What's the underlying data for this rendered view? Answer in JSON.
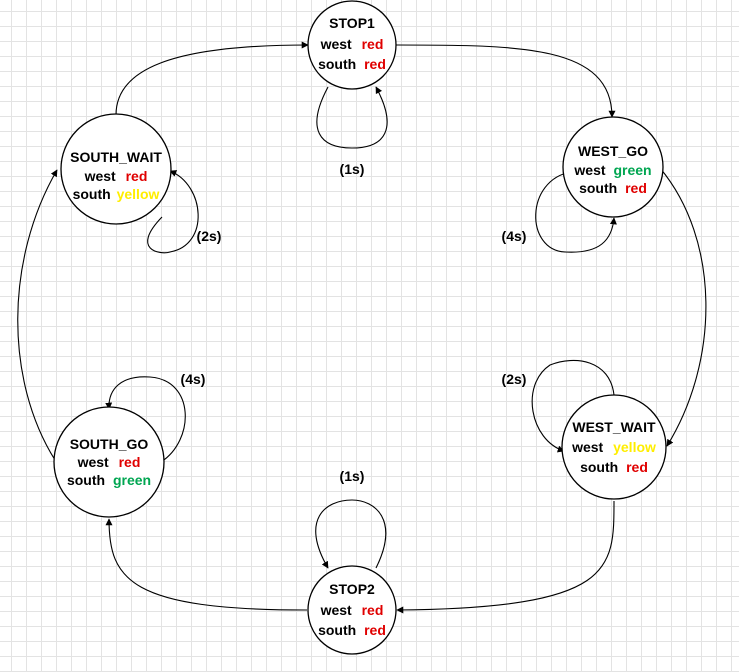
{
  "colors": {
    "red": "#e00000",
    "green": "#00a651",
    "yellow": "#ffee00"
  },
  "states": {
    "stop1": {
      "name": "STOP1",
      "west_prefix": "west",
      "west_color": "red",
      "south_prefix": "south",
      "south_color": "red"
    },
    "west_go": {
      "name": "WEST_GO",
      "west_prefix": "west",
      "west_color": "green",
      "south_prefix": "south",
      "south_color": "red"
    },
    "west_wait": {
      "name": "WEST_WAIT",
      "west_prefix": "west",
      "west_color": "yellow",
      "south_prefix": "south",
      "south_color": "red"
    },
    "stop2": {
      "name": "STOP2",
      "west_prefix": "west",
      "west_color": "red",
      "south_prefix": "south",
      "south_color": "red"
    },
    "south_go": {
      "name": "SOUTH_GO",
      "west_prefix": "west",
      "west_color": "red",
      "south_prefix": "south",
      "south_color": "green"
    },
    "south_wait": {
      "name": "SOUTH_WAIT",
      "west_prefix": "west",
      "west_color": "red",
      "south_prefix": "south",
      "south_color": "yellow"
    }
  },
  "delays": {
    "stop1": "(1s)",
    "west_go": "(4s)",
    "west_wait": "(2s)",
    "stop2": "(1s)",
    "south_go": "(4s)",
    "south_wait": "(2s)"
  }
}
